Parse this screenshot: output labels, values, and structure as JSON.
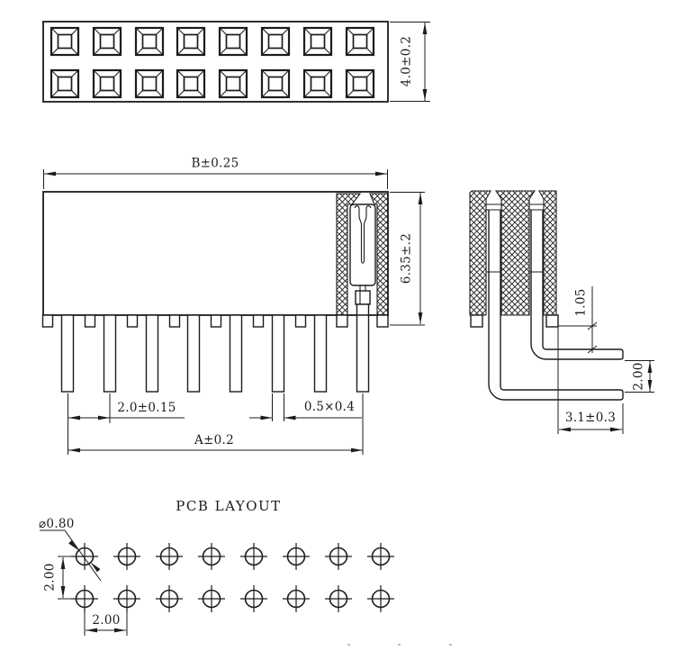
{
  "colors": {
    "ink": "#1c1c1c",
    "background": "#ffffff"
  },
  "top_view": {
    "description": "connector top view with socket grid",
    "socket_rows": 2,
    "socket_cols": 8,
    "dim_height_label": "4.0±0.2"
  },
  "front_view": {
    "description": "connector front view with section cut and pins",
    "pin_count": 8,
    "dim_width_label": "B±0.25",
    "dim_height_label": "6.35±.2",
    "dim_pin_pitch_label": "2.0±0.15",
    "dim_pin_size_label": "0.5×0.4",
    "dim_pin_span_label": "A±0.2"
  },
  "side_view": {
    "description": "connector side section view with right-angle bent pins",
    "dim_pin_offset_label": "1.05",
    "dim_pin_row_spacing_label": "2.00",
    "dim_tail_length_label": "3.1±0.3"
  },
  "pcb_layout": {
    "title": "PCB LAYOUT",
    "hole_rows": 2,
    "hole_cols": 8,
    "dim_hole_diameter_label": "⌀0.80",
    "dim_row_pitch_label": "2.00",
    "dim_column_pitch_label": "2.00"
  }
}
